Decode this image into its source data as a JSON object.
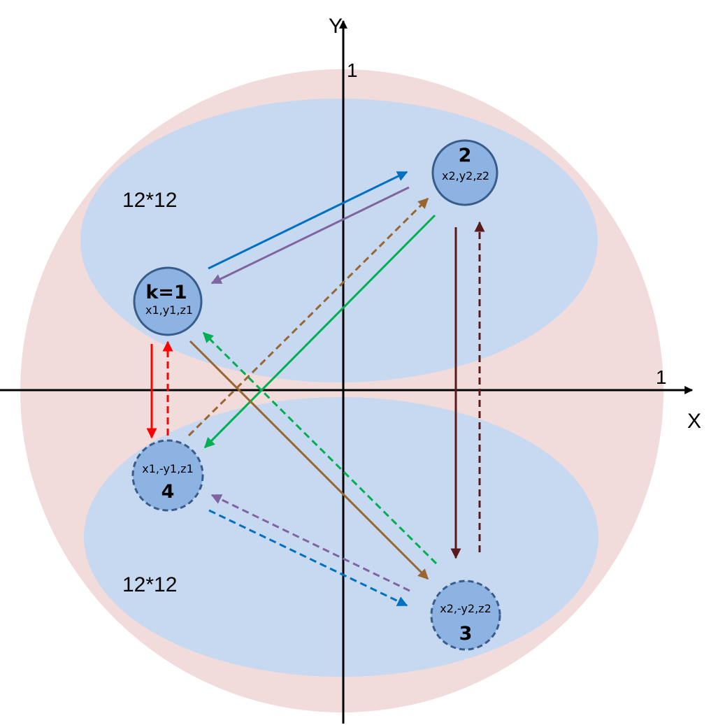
{
  "axes": {
    "x_label": "X",
    "y_label": "Y",
    "x_tick": "1",
    "y_tick": "1"
  },
  "regions": {
    "upper_label": "12*12",
    "lower_label": "12*12"
  },
  "nodes": [
    {
      "id": "k=1",
      "coords": "x1,y1,z1",
      "dashed": false
    },
    {
      "id": "2",
      "coords": "x2,y2,z2",
      "dashed": false
    },
    {
      "id": "3",
      "coords": "x2,-y2,z2",
      "dashed": true
    },
    {
      "id": "4",
      "coords": "x1,-y1,z1",
      "dashed": true
    }
  ],
  "colors": {
    "outer_circle": "#f2dbdb",
    "ellipse": "#c6d9f0",
    "node_fill": "#8db3e2",
    "node_stroke": "#385d8a",
    "blue": "#0070c0",
    "purple": "#8064a2",
    "green": "#00b050",
    "brown": "#996633",
    "red": "#ff0000",
    "dark_red": "#5a1a1a"
  }
}
